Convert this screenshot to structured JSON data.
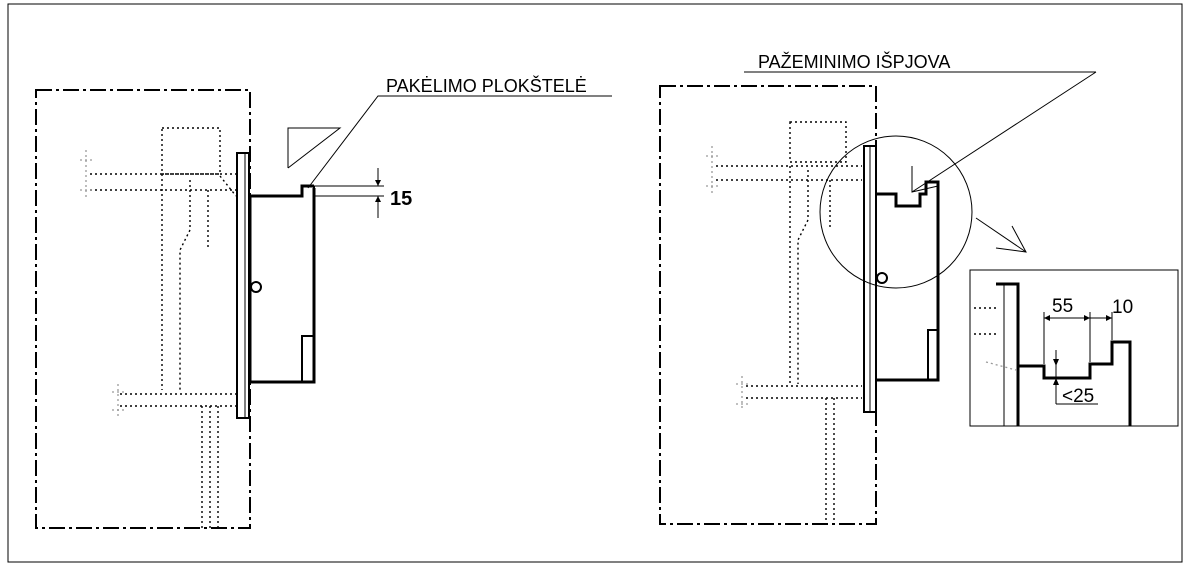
{
  "labels": {
    "left_callout": "PAKĖLIMO PLOKŠTELĖ",
    "right_callout": "PAŽEMINIMO IŠPJOVA",
    "dim_15": "15",
    "dim_55": "55",
    "dim_10": "10",
    "dim_25": "<25"
  },
  "colors": {
    "line": "#000000",
    "hidden_gray": "#9a9a9a",
    "background": "#ffffff"
  }
}
